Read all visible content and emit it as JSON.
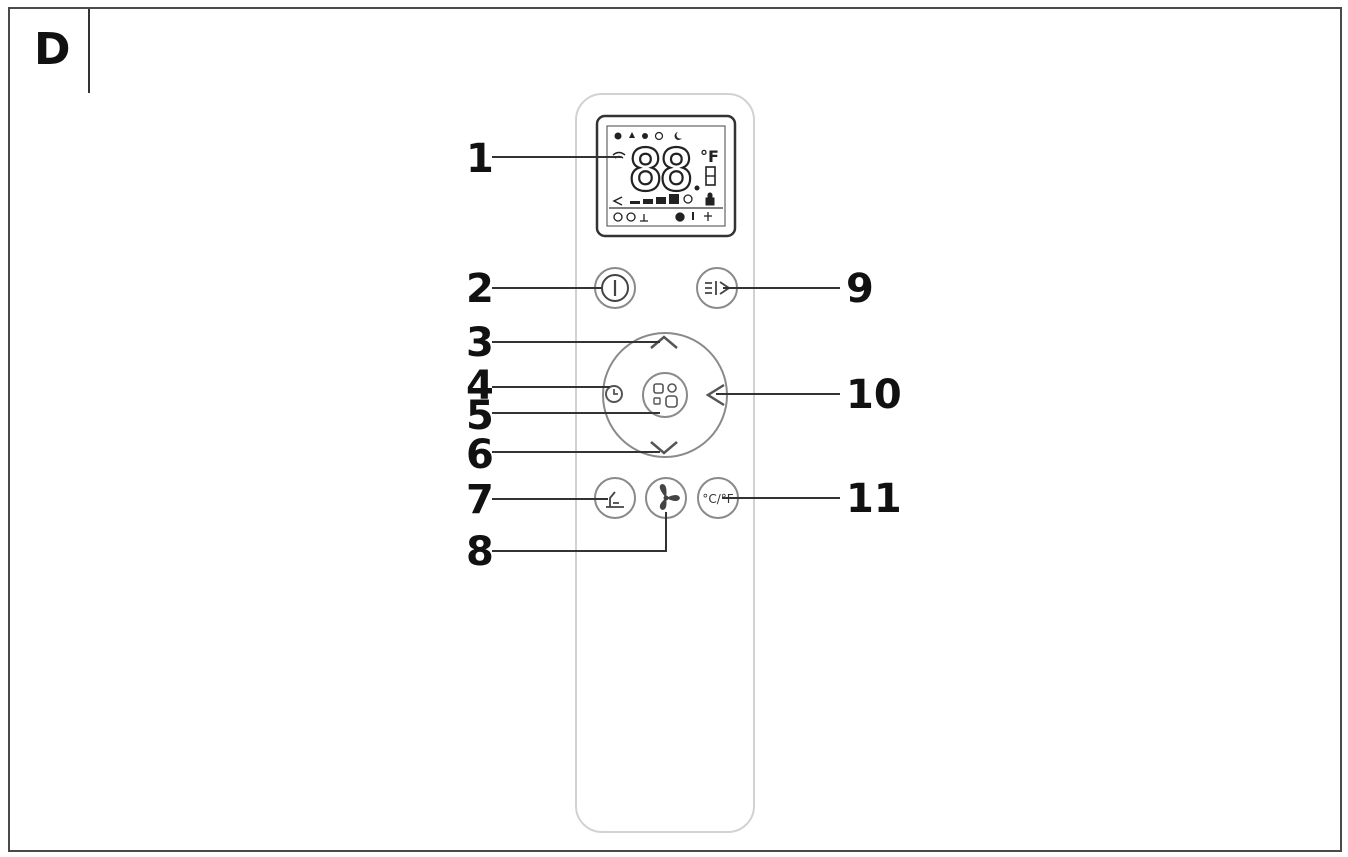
{
  "figure": {
    "section_letter": "D"
  },
  "remote": {
    "display": {
      "digits": "88",
      "unit_glyph": "°F",
      "indicator_icons_top": [
        "snowflake-icon",
        "drop-icon",
        "sun-icon",
        "fan-mode-icon",
        "sleep-moon-icon"
      ],
      "indicator_icons_bottom": [
        "timer-on-icon",
        "timer-off-icon",
        "sleep-icon",
        "eco-icon",
        "temp-sensor-icon",
        "ionizer-icon"
      ]
    },
    "buttons": [
      {
        "key": "power",
        "icon": "power-icon"
      },
      {
        "key": "swing",
        "icon": "swing-icon"
      },
      {
        "key": "up",
        "icon": "chevron-up-icon"
      },
      {
        "key": "timer",
        "icon": "clock-icon"
      },
      {
        "key": "mode",
        "icon": "mode-icon"
      },
      {
        "key": "down",
        "icon": "chevron-down-icon"
      },
      {
        "key": "send",
        "icon": "send-signal-icon"
      },
      {
        "key": "sleep",
        "icon": "sleep-icon"
      },
      {
        "key": "fan",
        "icon": "fan-icon"
      },
      {
        "key": "unit",
        "icon": "unit-toggle-icon",
        "label": "°C/°F"
      }
    ]
  },
  "callouts": [
    "1",
    "2",
    "3",
    "4",
    "5",
    "6",
    "7",
    "8",
    "9",
    "10",
    "11"
  ],
  "colors": {
    "outline": "#555555",
    "body_stroke": "#cfcfcf",
    "text": "#111111"
  }
}
